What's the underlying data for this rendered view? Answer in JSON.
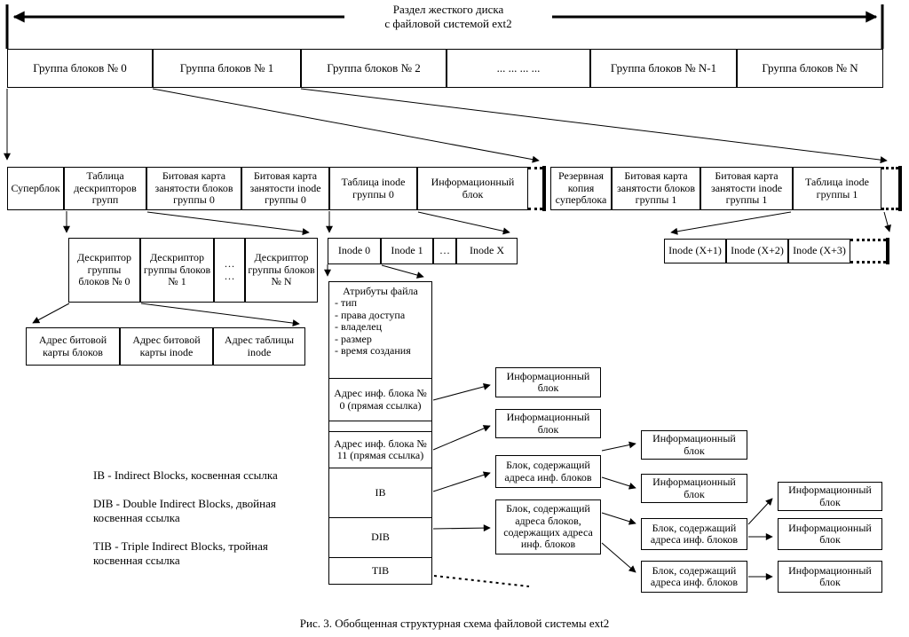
{
  "bracket": {
    "title_line1": "Раздел жесткого диска",
    "title_line2": "с файловой системой ext2"
  },
  "block_groups": [
    "Группа блоков № 0",
    "Группа блоков № 1",
    "Группа блоков № 2",
    "... ... ... ...",
    "Группа блоков № N-1",
    "Группа блоков № N"
  ],
  "group0_contents": [
    "Суперблок",
    "Таблица дескрипторов групп",
    "Битовая карта занятости блоков группы 0",
    "Битовая карта занятости inode группы 0",
    "Таблица inode группы 0",
    "Информационный блок"
  ],
  "group1_contents": [
    "Резервная копия суперблока",
    "Битовая карта занятости блоков группы 1",
    "Битовая карта занятости inode группы 1",
    "Таблица inode группы 1"
  ],
  "descriptor_table": [
    "Дескриптор группы блоков № 0",
    "Дескриптор группы блоков № 1",
    "…\n…",
    "Дескриптор группы блоков № N"
  ],
  "inode_table_g0": [
    "Inode 0",
    "Inode 1",
    "…",
    "Inode X"
  ],
  "inode_table_g1": [
    "Inode (X+1)",
    "Inode (X+2)",
    "Inode (X+3)"
  ],
  "descriptor_detail": [
    "Адрес битовой карты блоков",
    "Адрес битовой карты inode",
    "Адрес таблицы inode"
  ],
  "inode_structure": {
    "attributes_title": "Атрибуты файла",
    "attributes_list": "- тип\n- права доступа\n- владелец\n- размер\n- время создания",
    "direct0": "Адрес инф. блока № 0 (прямая ссылка)",
    "direct11": "Адрес инф. блока № 11 (прямая ссылка)",
    "ib": "IB",
    "dib": "DIB",
    "tib": "TIB"
  },
  "blocks": {
    "info": "Информационный блок",
    "indirect": "Блок, содержащий адреса инф. блоков",
    "double_indirect": "Блок, содержащий адреса блоков, содержащих адреса инф. блоков"
  },
  "legend": [
    "IB - Indirect Blocks, косвенная ссылка",
    "DIB - Double Indirect Blocks, двойная косвенная ссылка",
    "TIB - Triple Indirect Blocks, тройная косвенная ссылка"
  ],
  "caption": "Рис. 3. Обобщенная структурная схема файловой системы ext2",
  "colors": {
    "line": "#000000",
    "background": "#ffffff"
  }
}
